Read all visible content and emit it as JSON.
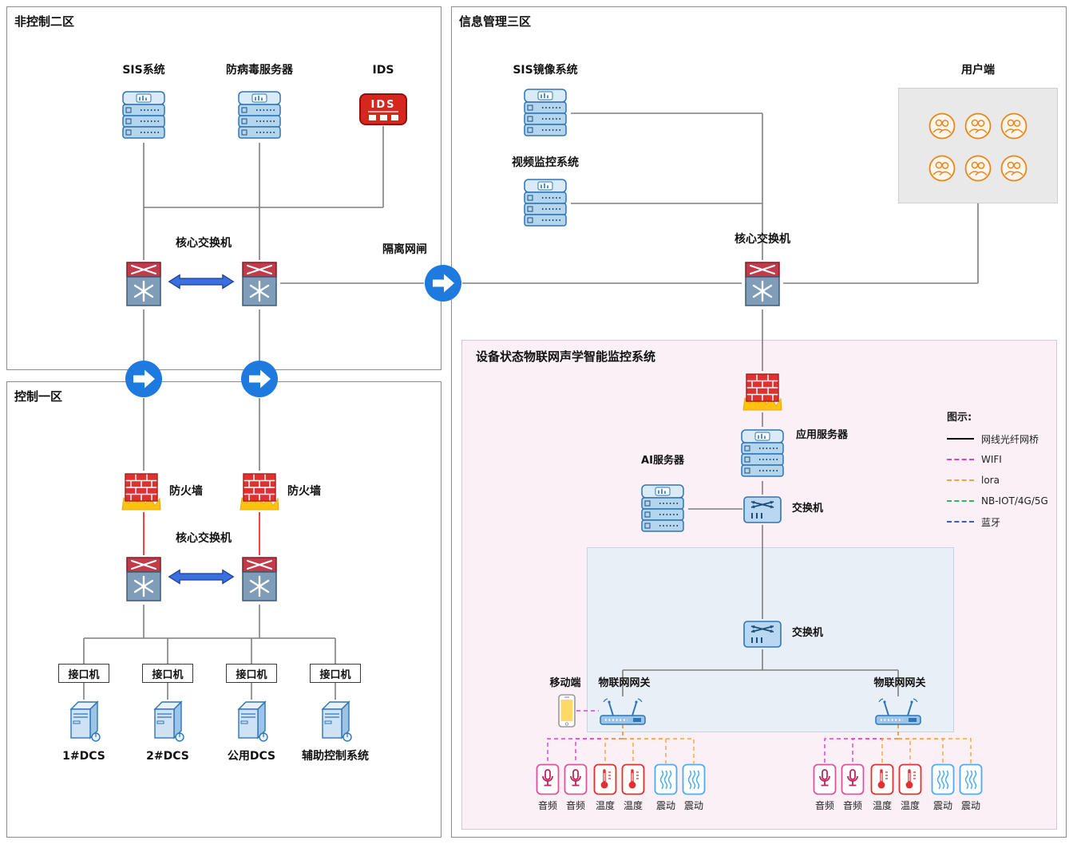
{
  "colors": {
    "wire": "#7f7f7f",
    "red_link": "#ff2a2a",
    "wifi": "#e83cc8",
    "lora": "#ffa13a",
    "nbiot": "#2eb85c",
    "bluetooth": "#3b5bdb",
    "arrow_circle": "#1f7ae0",
    "double_arrow": "#3b6fe0",
    "iot_zone_bg": "#faf0f6"
  },
  "zone2": {
    "title": "非控制二区",
    "sis_label": "SIS系统",
    "antivirus_label": "防病毒服务器",
    "ids_label": "IDS",
    "ids_icon_text": "IDS",
    "core_switch_label": "核心交换机",
    "gap_label": "隔离网闸"
  },
  "zone1": {
    "title": "控制一区",
    "firewall_label": "防火墙",
    "core_switch_label": "核心交换机",
    "interface_label": "接口机",
    "hosts": [
      "1#DCS",
      "2#DCS",
      "公用DCS",
      "辅助控制系统"
    ]
  },
  "zone3": {
    "title": "信息管理三区",
    "sis_mirror_label": "SIS镜像系统",
    "video_label": "视频监控系统",
    "users_label": "用户端",
    "core_switch_label": "核心交换机"
  },
  "iot": {
    "title": "设备状态物联网声学智能监控系统",
    "app_server_label": "应用服务器",
    "ai_server_label": "AI服务器",
    "switch_label": "交换机",
    "mobile_label": "移动端",
    "gateway_label": "物联网网关",
    "sensor_labels": [
      "音频",
      "音频",
      "温度",
      "温度",
      "震动",
      "震动"
    ]
  },
  "legend": {
    "title": "图示:",
    "items": [
      {
        "label": "网线光纤网桥",
        "style": "solid",
        "color": "#000000"
      },
      {
        "label": "WIFI",
        "style": "dashed",
        "color": "#e83cc8"
      },
      {
        "label": "lora",
        "style": "dashed",
        "color": "#ffa13a"
      },
      {
        "label": "NB-IOT/4G/5G",
        "style": "dashed",
        "color": "#2eb85c"
      },
      {
        "label": "蓝牙",
        "style": "dashed",
        "color": "#3b5bdb"
      }
    ]
  }
}
